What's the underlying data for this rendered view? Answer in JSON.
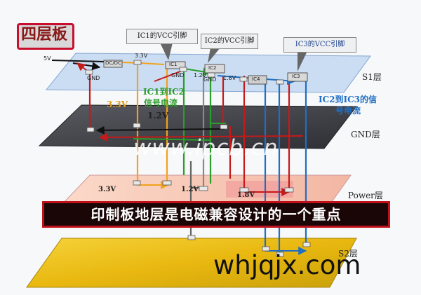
{
  "title": "四层板",
  "callouts": {
    "ic1": "IC1的VCC引脚",
    "ic2": "IC2的VCC引脚",
    "ic3": "IC3的VCC引脚"
  },
  "layers": {
    "s1": "S1层",
    "gnd": "GND层",
    "power": "Power层",
    "s2": "S2层"
  },
  "chips": {
    "dcdc": "DC/DC",
    "ic1": "IC1",
    "ic2": "IC2",
    "ic3": "IC3",
    "ic4": "IC4"
  },
  "pins": {
    "gnd_left": "GND",
    "gnd_ic1": "GND",
    "gnd_ic2": "GND",
    "v5": "5V",
    "v33_top": "3.3V",
    "v12_small": "1.2V",
    "v18_small": "1.8V"
  },
  "annotations": {
    "v33_side": "3.3V",
    "ic1_ic2_line1": "IC1到IC2",
    "ic1_ic2_line2": "信号电流",
    "v12_main": "1.2V",
    "ic2_ic3_line1": "IC2到IC3的信",
    "ic2_ic3_line2": "号电流",
    "power_v33": "3.3V",
    "power_v12": "1.2V",
    "power_v18": "1.8V"
  },
  "banner": "印制板地层是电磁兼容设计的一个重点",
  "watermarks": {
    "ipcb": "www.ipcb.cn",
    "whjqjx": "whjqjx.com"
  },
  "colors": {
    "title_border": "#c8102e",
    "s1_plane": "#c9dcf3",
    "gnd_plane": "#4a4a52",
    "power_plane": "#f7c7b7",
    "s2_plane": "#e9b810",
    "signal_ic1_ic2": "#2a9d2a",
    "signal_ic2_ic3": "#1f6fc4",
    "return_current": "#c41a1a",
    "power_3v3": "#f2a21c",
    "banner_border": "#c0101a"
  }
}
